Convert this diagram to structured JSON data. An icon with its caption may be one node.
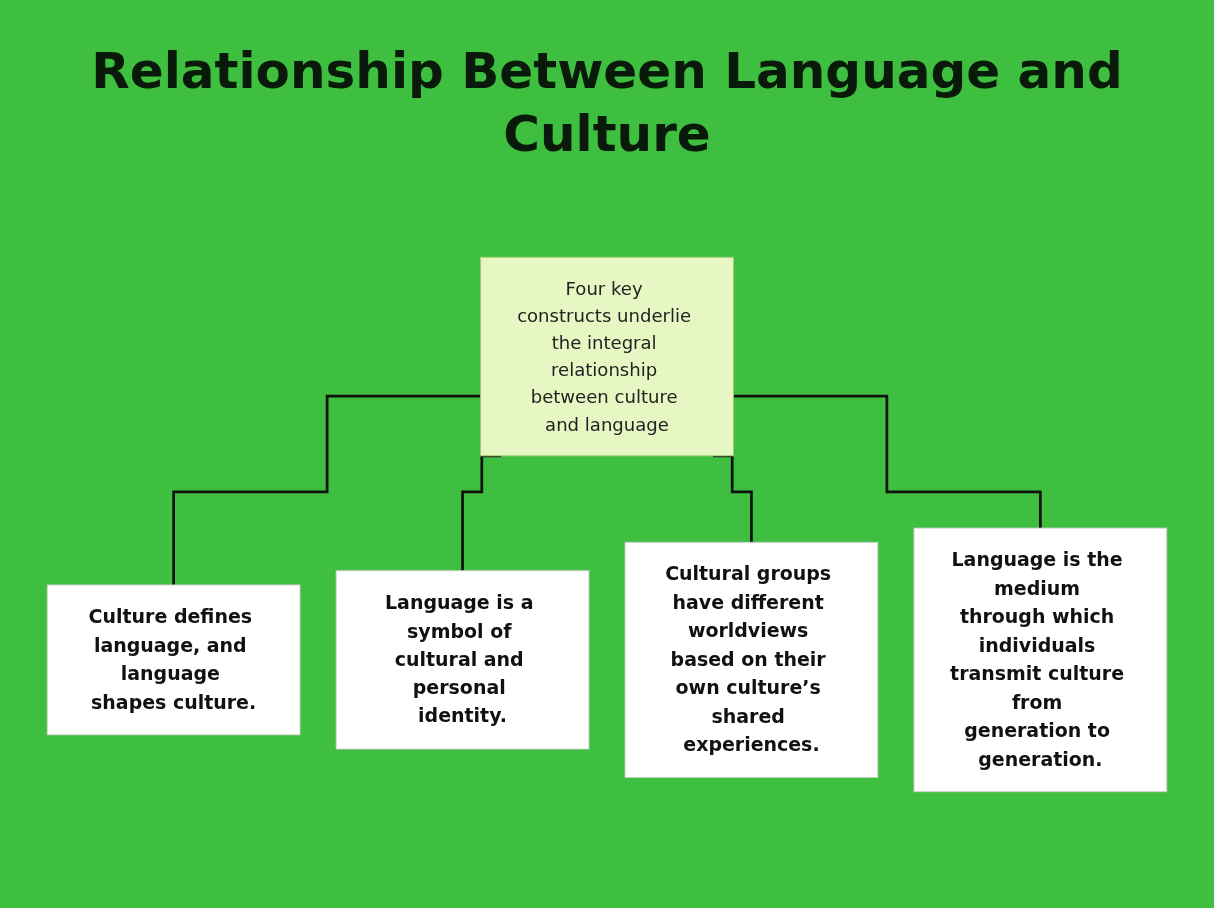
{
  "diagram": {
    "title": "Relationship Between Language and Culture",
    "nodes": [
      {
        "text": [
          "Four key constructs underlie the integral relationship between culture and language"
        ]
      },
      {
        "text": [
          "Culture defines language, and language shapes culture."
        ]
      },
      {
        "text": [
          "Language is a symbol of cultural and personal identity."
        ]
      },
      {
        "text": [
          "Cultural groups have different worldviews based on their own culture’s shared experiences."
        ]
      },
      {
        "text": [
          "Language is the medium through which individuals transmit culture from generation to generation."
        ]
      }
    ],
    "edges": [
      {
        "from": 0,
        "to": 1,
        "arrow": "none"
      },
      {
        "from": 0,
        "to": 2,
        "arrow": "none"
      },
      {
        "from": 0,
        "to": 3,
        "arrow": "none"
      },
      {
        "from": 0,
        "to": 4,
        "arrow": "none"
      }
    ]
  }
}
